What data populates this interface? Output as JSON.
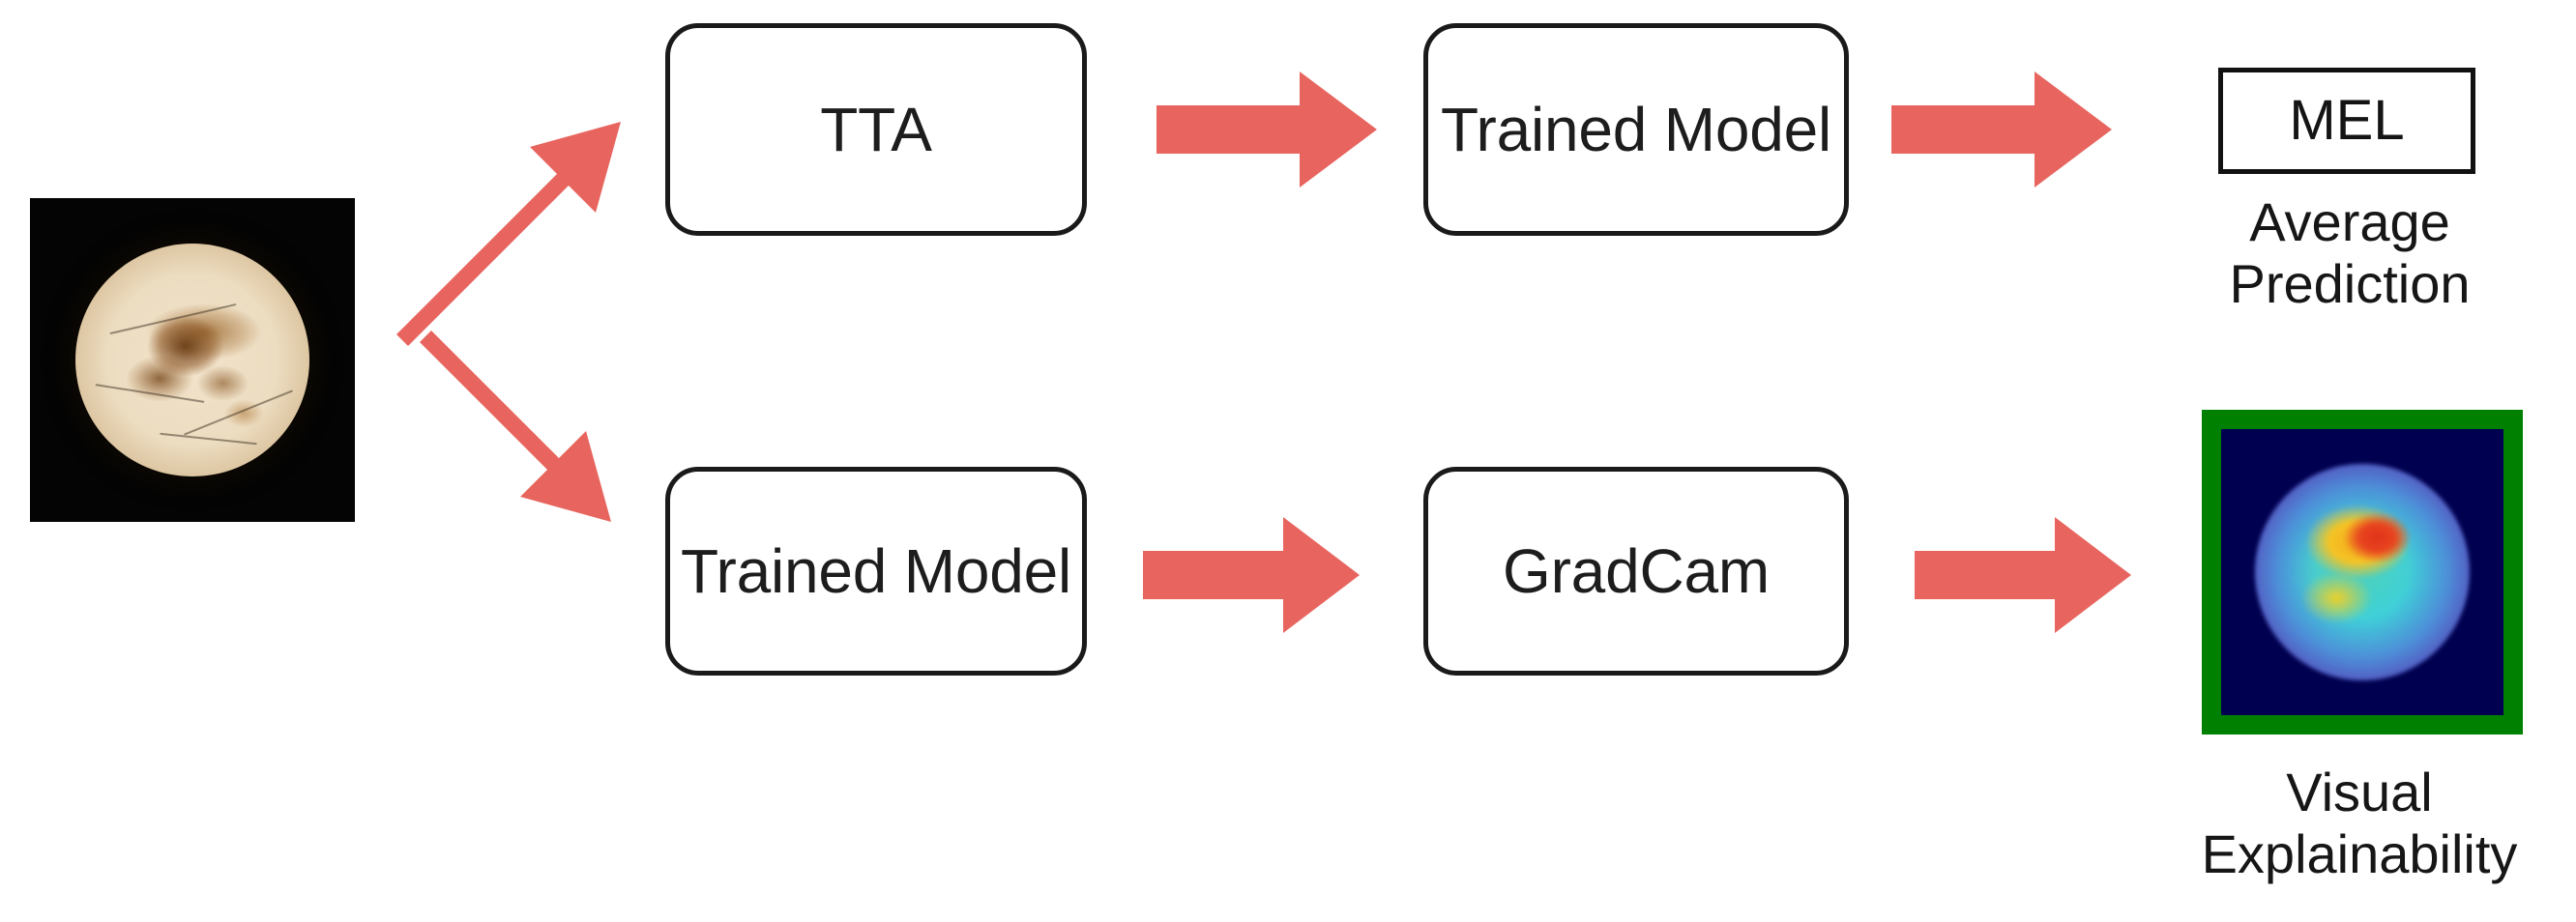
{
  "diagram": {
    "title": "TTA and GradCam inference pipeline",
    "background_color": "#ffffff",
    "arrow_color": "#E8655F",
    "box_border_color": "#1a1a1a",
    "gradcam_border_color": "#008000",
    "gradcam_background_color": "#000050"
  },
  "input": {
    "name": "dermoscopic-lesion-image",
    "alt": "Dermoscopic skin lesion image on black background"
  },
  "nodes": {
    "tta": {
      "label": "TTA"
    },
    "trained_model_top": {
      "label": "Trained Model"
    },
    "trained_model_bottom": {
      "label": "Trained Model"
    },
    "gradcam": {
      "label": "GradCam"
    }
  },
  "outputs": {
    "prediction": {
      "box_label": "MEL",
      "caption": "Average\nPrediction"
    },
    "explainability": {
      "caption": "Visual\nExplainability",
      "alt": "GradCam heatmap overlay of the lesion"
    }
  },
  "arrows": [
    {
      "name": "input-to-tta",
      "direction": "up-right"
    },
    {
      "name": "input-to-trained-model",
      "direction": "down-right"
    },
    {
      "name": "tta-to-trained-model",
      "direction": "right"
    },
    {
      "name": "trained-model-to-mel",
      "direction": "right"
    },
    {
      "name": "trained-model-to-gradcam",
      "direction": "right"
    },
    {
      "name": "gradcam-to-visual",
      "direction": "right"
    }
  ]
}
